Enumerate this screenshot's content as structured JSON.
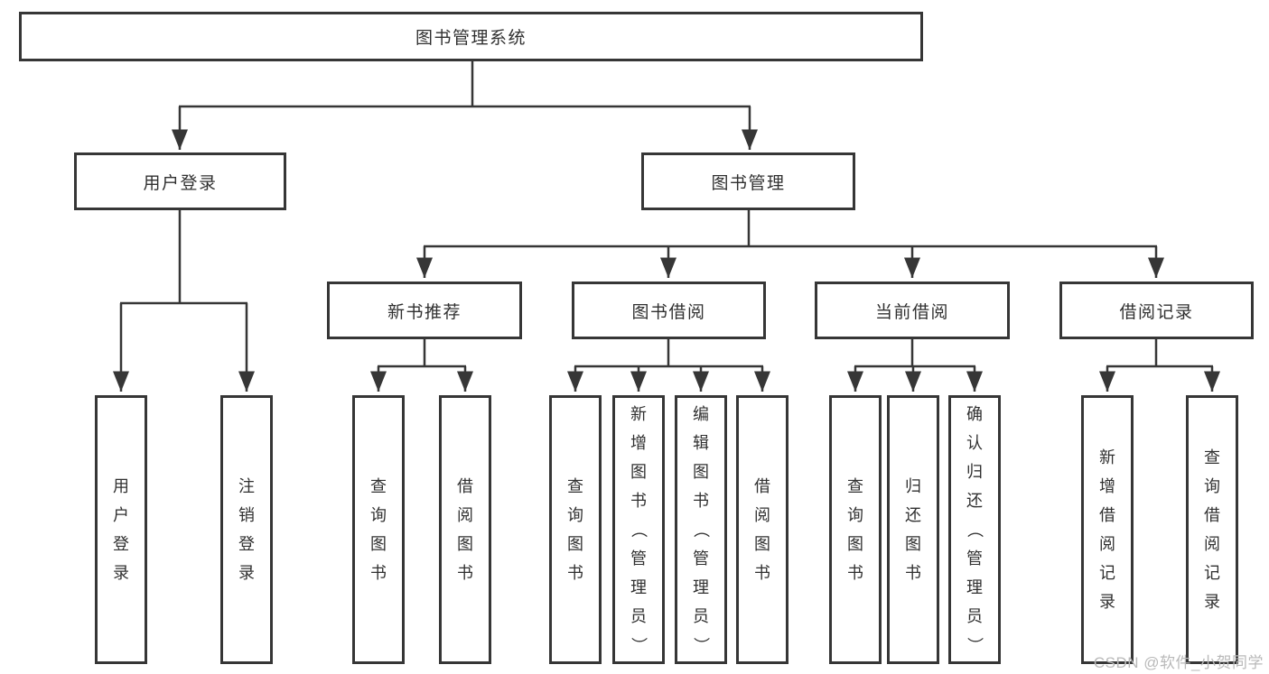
{
  "colors": {
    "background": "#ffffff",
    "line": "#363636",
    "box_border": "#363636",
    "text": "#303030",
    "watermark": "#b9b9b9"
  },
  "watermark": {
    "text": "CSDN @软件_小贺同学"
  },
  "nodes": {
    "root": {
      "label": "图书管理系统"
    },
    "user_login": {
      "label": "用户登录"
    },
    "book_mgmt": {
      "label": "图书管理"
    },
    "new_books": {
      "label": "新书推荐"
    },
    "book_borrow": {
      "label": "图书借阅"
    },
    "current_borrow": {
      "label": "当前借阅"
    },
    "borrow_records": {
      "label": "借阅记录"
    },
    "leaf_login": {
      "label": "用户登录"
    },
    "leaf_logout": {
      "label": "注销登录"
    },
    "leaf_nb_query": {
      "label": "查询图书"
    },
    "leaf_nb_borrow": {
      "label": "借阅图书"
    },
    "leaf_bb_query": {
      "label": "查询图书"
    },
    "leaf_bb_add": {
      "label": "新增图书（管理员）"
    },
    "leaf_bb_edit": {
      "label": "编辑图书（管理员）"
    },
    "leaf_bb_borrow": {
      "label": "借阅图书"
    },
    "leaf_cb_query": {
      "label": "查询图书"
    },
    "leaf_cb_return": {
      "label": "归还图书"
    },
    "leaf_cb_confirm": {
      "label": "确认归还（管理员）"
    },
    "leaf_br_add": {
      "label": "新增借阅记录"
    },
    "leaf_br_query": {
      "label": "查询借阅记录"
    }
  },
  "tree": {
    "图书管理系统": {
      "用户登录": [
        "用户登录",
        "注销登录"
      ],
      "图书管理": {
        "新书推荐": [
          "查询图书",
          "借阅图书"
        ],
        "图书借阅": [
          "查询图书",
          "新增图书（管理员）",
          "编辑图书（管理员）",
          "借阅图书"
        ],
        "当前借阅": [
          "查询图书",
          "归还图书",
          "确认归还（管理员）"
        ],
        "借阅记录": [
          "新增借阅记录",
          "查询借阅记录"
        ]
      }
    }
  }
}
